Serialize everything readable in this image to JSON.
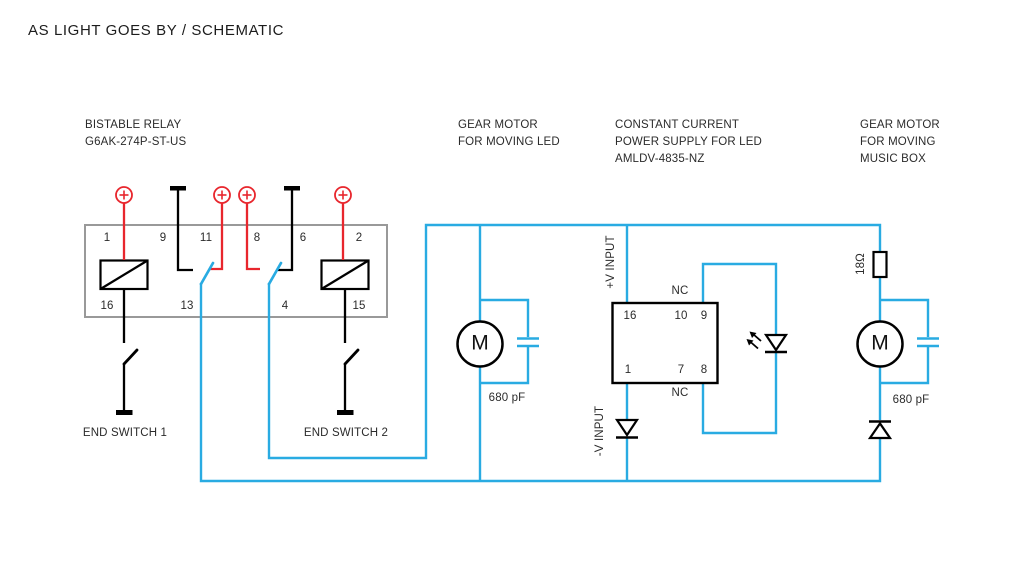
{
  "title": "AS LIGHT GOES BY / SCHEMATIC",
  "relay": {
    "name_line1": "BISTABLE RELAY",
    "name_line2": "G6AK-274P-ST-US",
    "pins_top": [
      "1",
      "9",
      "11",
      "8",
      "6",
      "2"
    ],
    "pins_bottom": [
      "16",
      "13",
      "4",
      "15"
    ]
  },
  "end_switches": {
    "switch1_label": "END SWITCH 1",
    "switch2_label": "END SWITCH 2"
  },
  "motor_led": {
    "name_line1": "GEAR MOTOR",
    "name_line2": "FOR MOVING LED",
    "motor_label": "M",
    "cap_value": "680 pF"
  },
  "psu": {
    "name_line1": "CONSTANT CURRENT",
    "name_line2": "POWER SUPPLY FOR LED",
    "name_line3": "AMLDV-4835-NZ",
    "pins_top": [
      "16",
      "10",
      "9"
    ],
    "pins_bottom": [
      "1",
      "7",
      "8"
    ],
    "nc_top": "NC",
    "nc_bottom": "NC",
    "v_plus_label": "+V INPUT",
    "v_minus_label": "-V INPUT"
  },
  "motor_music": {
    "name_line1": "GEAR MOTOR",
    "name_line2": "FOR MOVING",
    "name_line3": "MUSIC BOX",
    "motor_label": "M",
    "cap_value": "680 pF",
    "resistor_value": "18Ω"
  },
  "colors": {
    "wire_blue": "#29ABE2",
    "wire_red": "#E8262D",
    "wire_black": "#000000",
    "relay_box_gray": "#999999",
    "text": "#2B2B2B"
  }
}
